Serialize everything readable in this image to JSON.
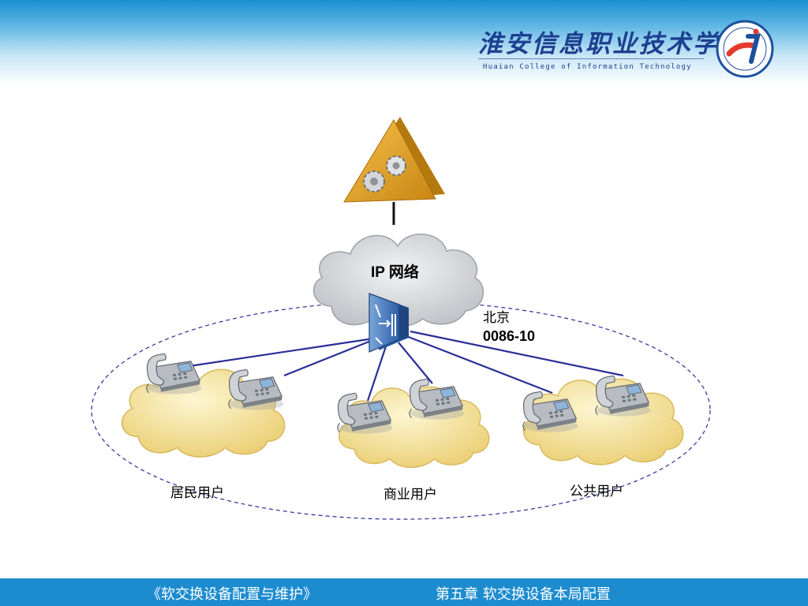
{
  "header": {
    "college_cn": "淮安信息职业技术学院",
    "college_en": "Huaian College of Information Technology",
    "logo_icon": "college-logo-icon"
  },
  "diagram": {
    "softswitch_icon": "softswitch-gears-icon",
    "network_label": "IP 网络",
    "gateway_icon": "access-gateway-icon",
    "area_name": "北京",
    "area_code": "0086-10",
    "groups": [
      {
        "label": "居民用户"
      },
      {
        "label": "商业用户"
      },
      {
        "label": "公共用户"
      }
    ],
    "phone_icon": "telephone-icon"
  },
  "footer": {
    "course": "《软交换设备配置与维护》",
    "chapter": "第五章  软交换设备本局配置"
  },
  "colors": {
    "header_blue": "#1b8fd0",
    "footer_blue": "#1d8ccf",
    "link_blue": "#2a2f96",
    "cloud_gray": "#d7d9dc",
    "user_cloud_yellow": "#f6e39a",
    "triangle_gold": "#e2a51c"
  }
}
